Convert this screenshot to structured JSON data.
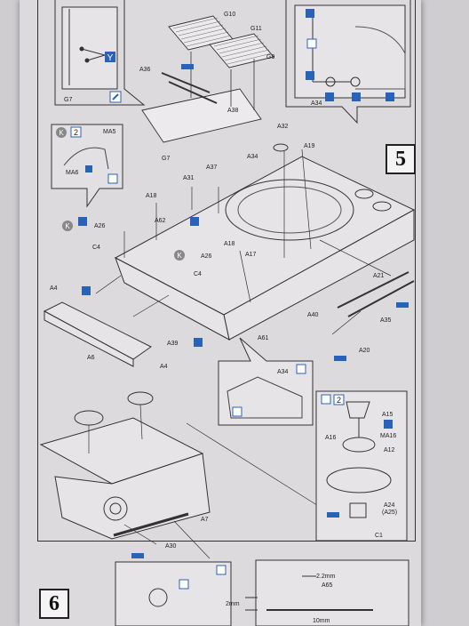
{
  "steps": {
    "step5": "5",
    "step6": "6"
  },
  "parts": {
    "g10": "G10",
    "g11": "G11",
    "g9": "G9",
    "a36": "A36",
    "a38": "A38",
    "g7_top": "G7",
    "g7_left": "G7",
    "a34_top": "A34",
    "a34_main": "A34",
    "a34_detail": "A34",
    "ma5": "MA5",
    "ma6": "MA6",
    "a31": "A31",
    "a37": "A37",
    "a32": "A32",
    "a19": "A19",
    "a18_a": "A18",
    "a18_b": "A18",
    "a62": "A62",
    "a26_a": "A26",
    "a26_b": "A26",
    "c4_a": "C4",
    "c4_b": "C4",
    "a17": "A17",
    "a21": "A21",
    "a35": "A35",
    "a4_a": "A4",
    "a4_b": "A4",
    "a6": "A6",
    "a39": "A39",
    "a61": "A61",
    "a40": "A40",
    "a20": "A20",
    "a15": "A15",
    "a16": "A16",
    "ma16": "MA16",
    "a12": "A12",
    "a24": "A24",
    "a25": "(A25)",
    "c1": "C1",
    "a7": "A7",
    "a30": "A30",
    "a65": "A65",
    "dim_22": "2.2mm",
    "dim_2": "2mm",
    "dim_10": "10mm",
    "k_a": "K",
    "k_b": "K",
    "k_c": "K",
    "num_2a": "2",
    "num_2b": "2"
  },
  "colors": {
    "ink": "#222222",
    "blue": "#2a62b8",
    "paper": "#dcdadd"
  }
}
